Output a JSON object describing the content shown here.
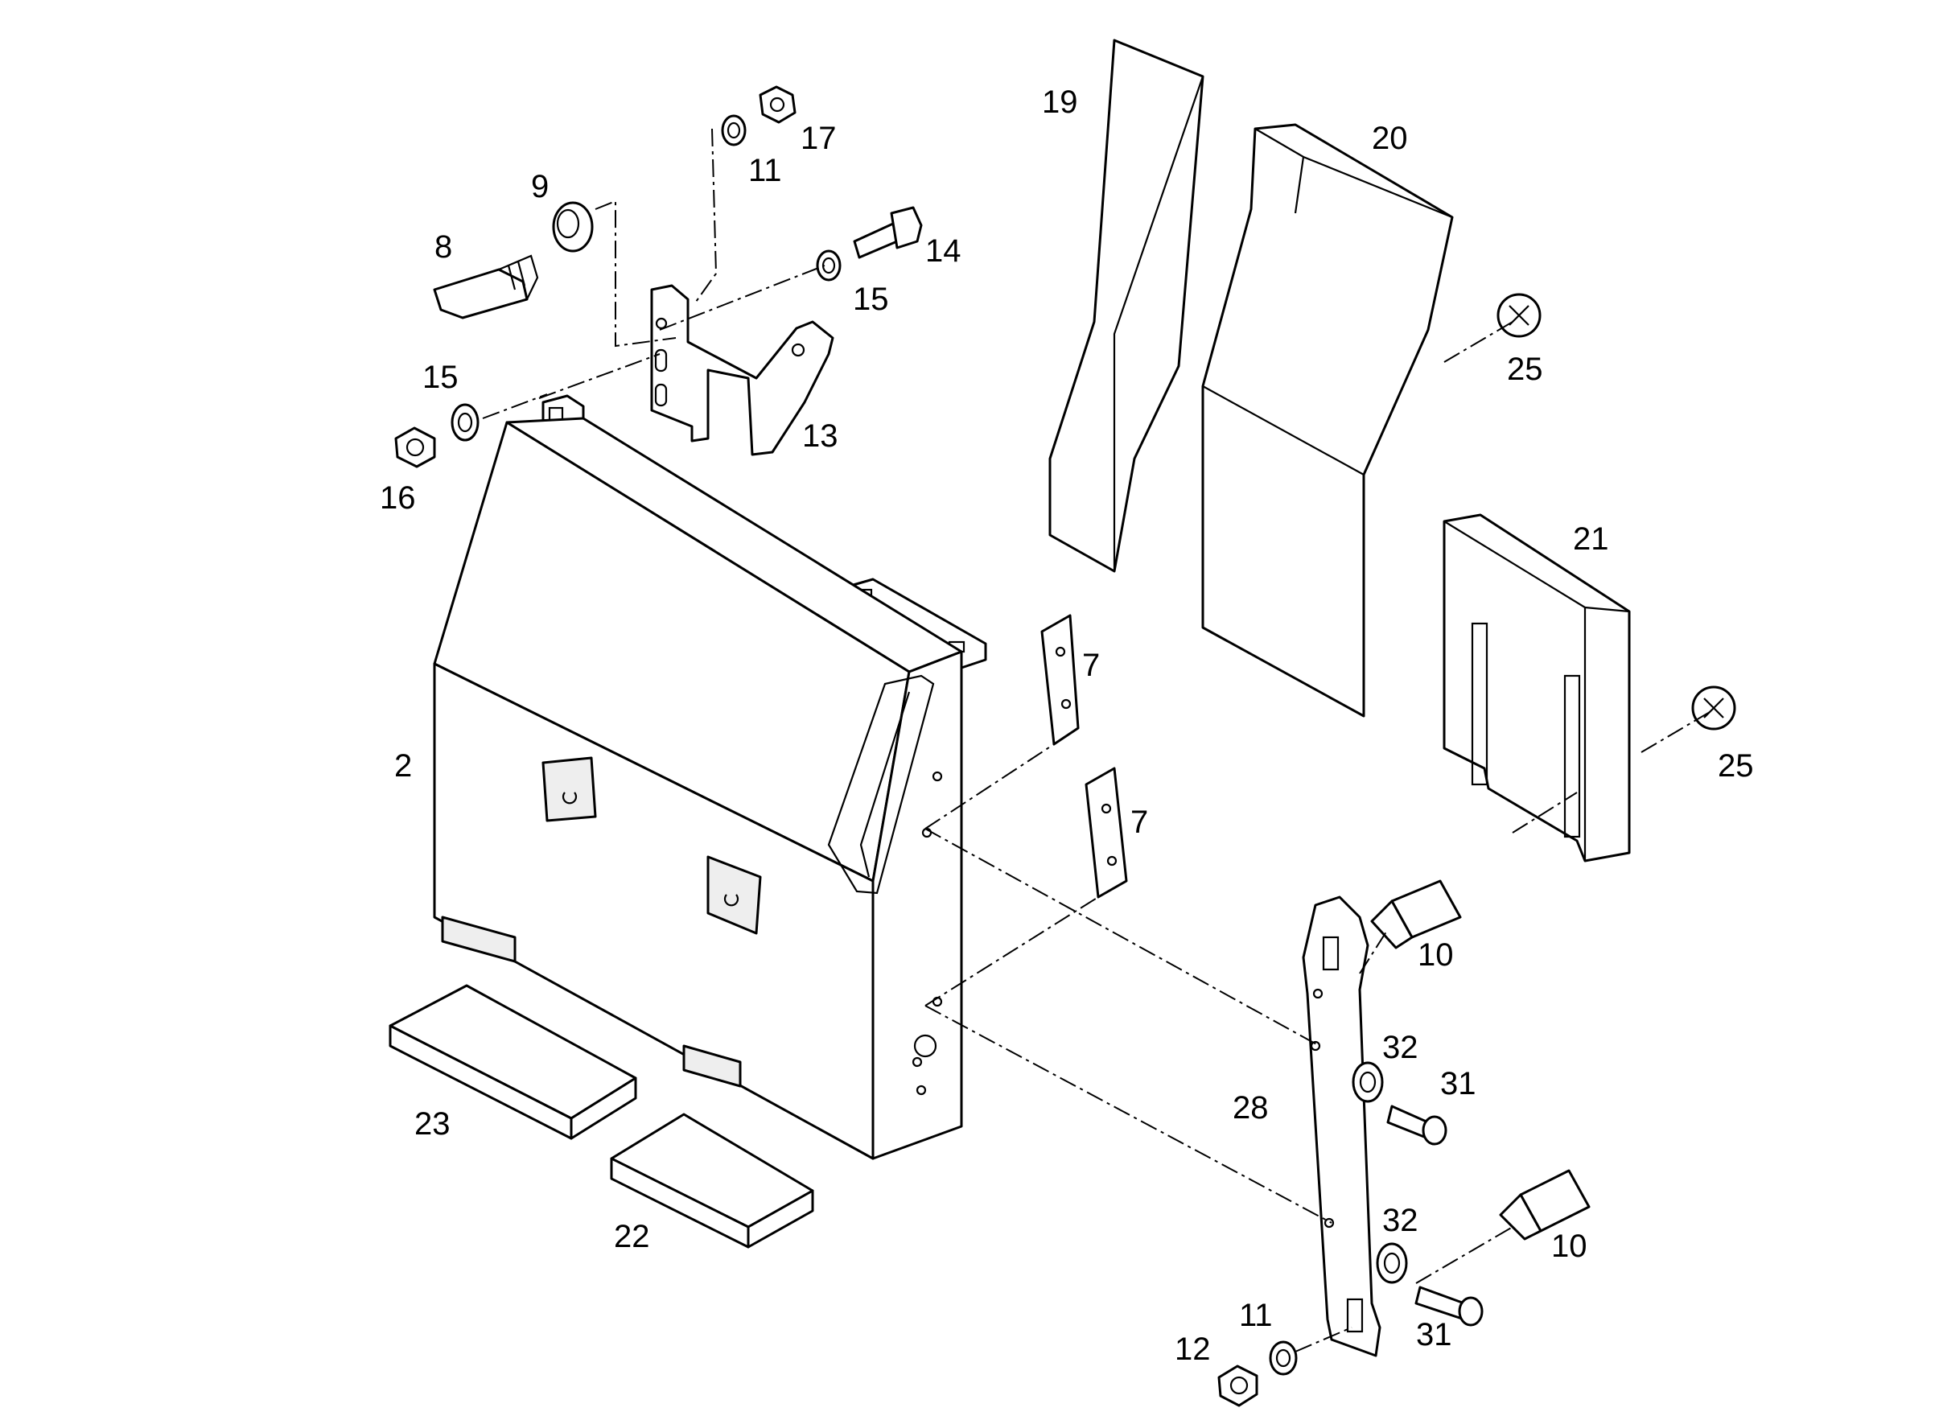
{
  "diagram": {
    "colors": {
      "line": "#000000",
      "fill": "#ffffff",
      "shade": "#eeeeee"
    },
    "callouts": {
      "c2": "2",
      "c7a": "7",
      "c7b": "7",
      "c8": "8",
      "c9": "9",
      "c10a": "10",
      "c10b": "10",
      "c11a": "11",
      "c11b": "11",
      "c12": "12",
      "c13": "13",
      "c14": "14",
      "c15a": "15",
      "c15b": "15",
      "c16": "16",
      "c17": "17",
      "c19": "19",
      "c20": "20",
      "c21": "21",
      "c22": "22",
      "c23": "23",
      "c25a": "25",
      "c25b": "25",
      "c28": "28",
      "c31a": "31",
      "c31b": "31",
      "c32a": "32",
      "c32b": "32"
    }
  }
}
